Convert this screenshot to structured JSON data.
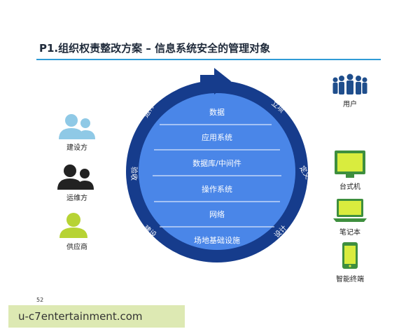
{
  "title": "P1.组织权责整改方案 – 信息系统安全的管理对象",
  "layers": [
    "数据",
    "应用系统",
    "数据库/中间件",
    "操作系统",
    "网络",
    "场地基础设施"
  ],
  "cycle_labels": {
    "top_left": "运行",
    "top_right": "立项",
    "left": "验收",
    "right": "定义",
    "bottom_left": "建设",
    "bottom_right": "设计"
  },
  "left_roles": [
    "建设方",
    "运维方",
    "供应商"
  ],
  "right_items": [
    "用户",
    "台式机",
    "笔记本",
    "智能终端"
  ],
  "page_number": "52",
  "watermark": "u-c7entertainment.com",
  "colors": {
    "accent": "#2f9bd6",
    "ring": "#163c8c",
    "inner": "#4a86e8",
    "builder": "#8fc9e6",
    "ops": "#222222",
    "supplier": "#b7d334",
    "device": "#3e8f3e",
    "user": "#1f4e8c"
  }
}
